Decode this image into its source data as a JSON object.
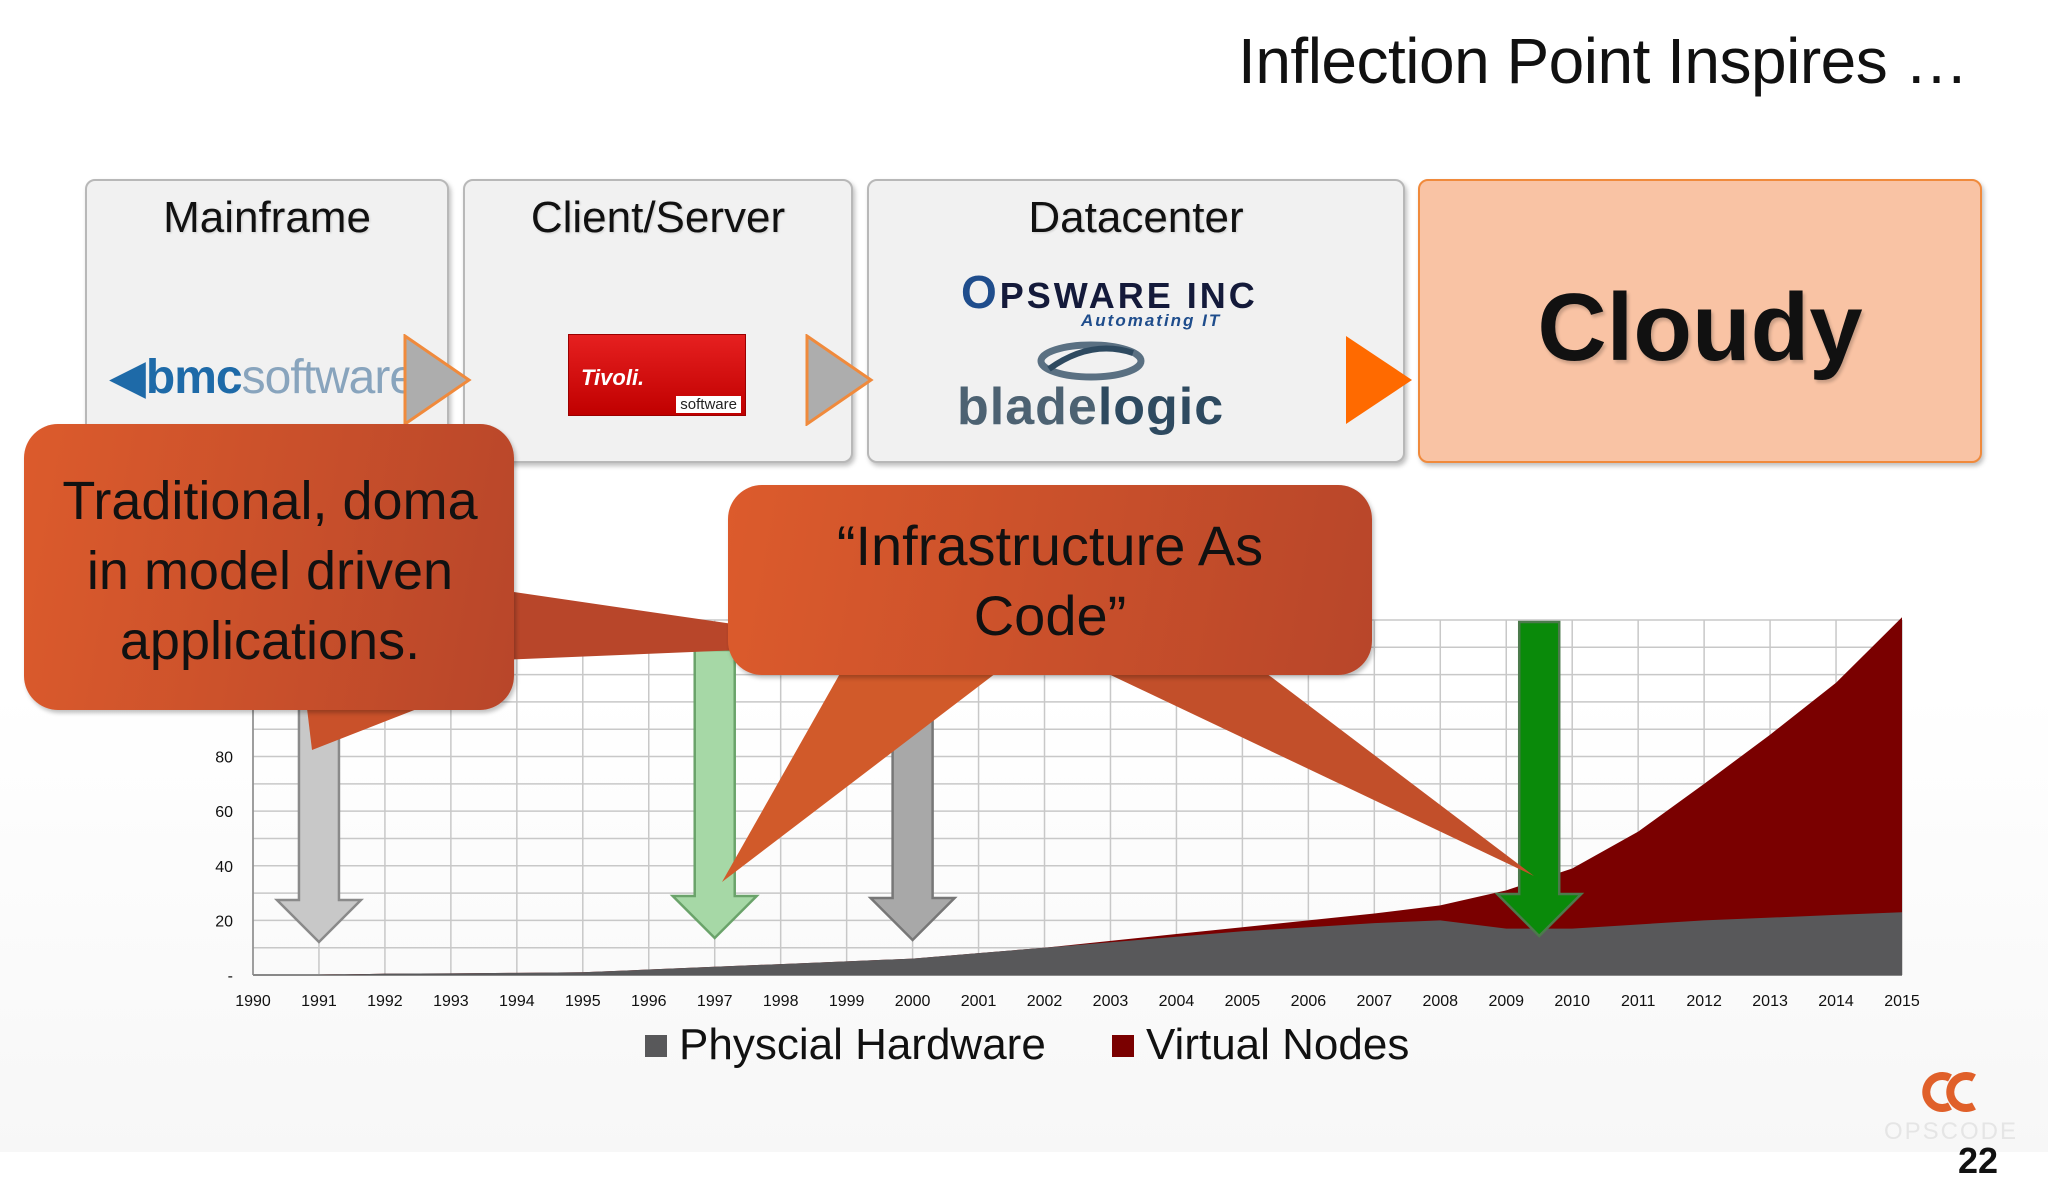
{
  "slide": {
    "title": "Inflection Point Inspires …",
    "eras": [
      {
        "title": "Mainframe",
        "vendor": "bmcsoftware"
      },
      {
        "title": "Client/Server",
        "vendor": "Tivoli. software"
      },
      {
        "title": "Datacenter",
        "vendors": [
          "OPSWARE INC Automating IT",
          "bladelogic"
        ]
      },
      {
        "title": "",
        "label": "Cloudy"
      }
    ],
    "logos": {
      "bmc_bold": "bmc",
      "bmc_light": "software",
      "tivoli_main": "Tivoli.",
      "tivoli_sub": "software",
      "opsware_main": "PSWARE INC",
      "opsware_o": "O",
      "opsware_sub": "Automating IT",
      "bladelogic_a": "blade",
      "bladelogic_b": "logic",
      "brand_text": "OPSCODE"
    },
    "callouts": {
      "left": "Traditional, domain model driven applications.",
      "left_lines": [
        "Traditional, doma",
        "in model driven",
        "applications."
      ],
      "middle_lines": [
        "“Infrastructure As",
        "Code”"
      ]
    },
    "colors": {
      "accent_orange": "#f26522",
      "callout": "#d15a2a",
      "physical": "#58585a",
      "virtual": "#7a0000",
      "arrow_light": "#c8c8c8",
      "arrow_green_light": "#a6d8a6",
      "arrow_gray": "#a8a8a8",
      "arrow_green": "#0a8a0a"
    },
    "page_number": "22"
  },
  "chart_data": {
    "type": "area",
    "stacked": true,
    "x": [
      1990,
      1991,
      1992,
      1993,
      1994,
      1995,
      1996,
      1997,
      1998,
      1999,
      2000,
      2001,
      2002,
      2003,
      2004,
      2005,
      2006,
      2007,
      2008,
      2009,
      2010,
      2011,
      2012,
      2013,
      2014,
      2015
    ],
    "series": [
      {
        "name": "Physcial Hardware",
        "values": [
          0,
          0,
          0.5,
          0.6,
          0.8,
          1,
          2,
          3,
          4,
          5,
          6,
          8,
          10,
          12,
          14,
          16,
          17.5,
          19,
          20,
          17,
          17,
          18.5,
          20,
          21,
          22,
          23
        ]
      },
      {
        "name": "Virtual Nodes",
        "values": [
          0,
          0,
          0,
          0,
          0,
          0,
          0,
          0,
          0,
          0,
          0,
          0,
          0,
          0.5,
          1,
          1.5,
          2.5,
          3.5,
          5.5,
          14,
          22,
          34,
          50,
          67,
          85,
          108
        ]
      }
    ],
    "yticks": [
      "-",
      "20",
      "40",
      "60",
      "80"
    ],
    "ylim": [
      0,
      130
    ],
    "grid": true,
    "legend": "bottom",
    "markers": [
      {
        "year": 1991,
        "color": "light-gray"
      },
      {
        "year": 1997,
        "color": "light-green"
      },
      {
        "year": 2000,
        "color": "gray"
      },
      {
        "year": 2009.5,
        "color": "green"
      }
    ]
  }
}
